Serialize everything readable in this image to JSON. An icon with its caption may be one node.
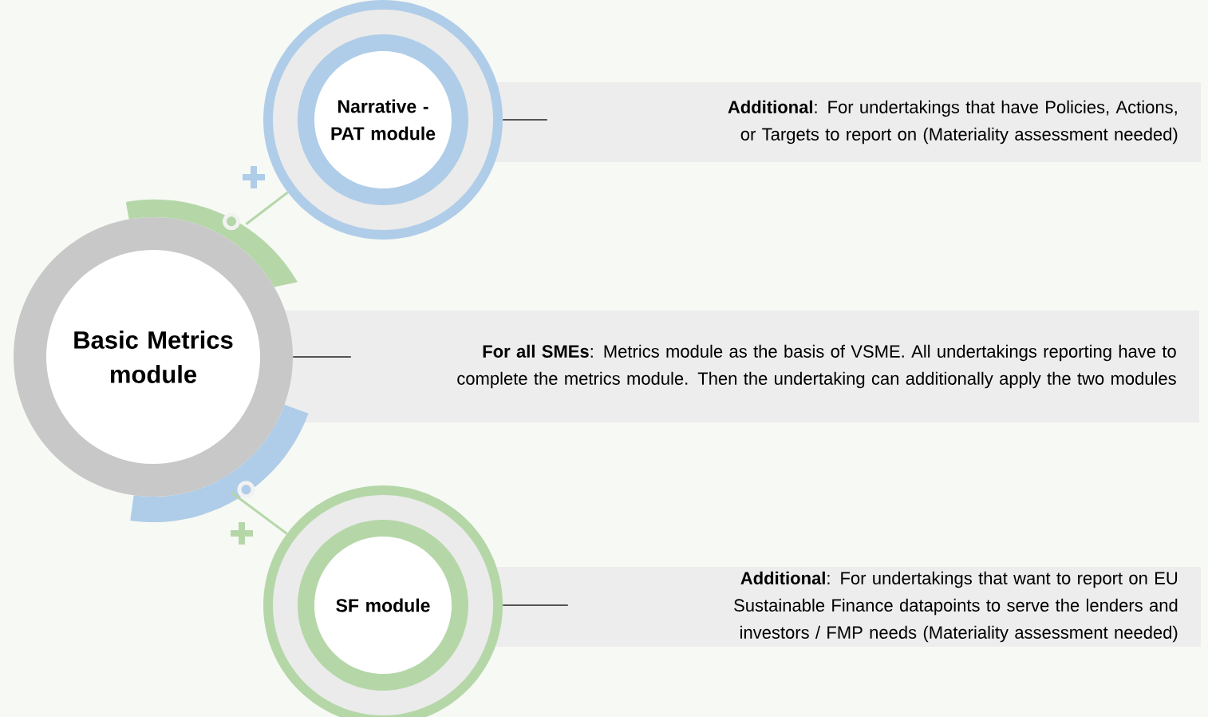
{
  "diagram": {
    "nodes": [
      {
        "text": [
          "Narrative - PAT module"
        ]
      },
      {
        "text": [
          "**Additional**: For undertakings that have Policies, Actions, or Targets to report on (Materiality assessment needed)"
        ]
      },
      {
        "text": [
          "Basic Metrics module"
        ]
      },
      {
        "text": [
          "**For all SMEs**: Metrics module as the basis of VSME. All undertakings reporting have to complete the metrics module. Then the undertaking can additionally apply the two modules"
        ]
      },
      {
        "text": [
          "SF module"
        ]
      },
      {
        "text": [
          "**Additional**: For undertakings that want to report on EU Sustainable Finance datapoints to serve the lenders and investors / FMP needs (Materiality assessment needed)"
        ]
      }
    ],
    "edges": [
      {
        "from": 0,
        "to": 1,
        "arrow": "none"
      },
      {
        "from": 2,
        "to": 3,
        "arrow": "none"
      },
      {
        "from": 4,
        "to": 5,
        "arrow": "none"
      },
      {
        "from": 2,
        "to": 0,
        "arrow": "none",
        "color": "#b5d7a8"
      },
      {
        "from": 2,
        "to": 4,
        "arrow": "none",
        "color": "#b5d7a8"
      }
    ]
  }
}
